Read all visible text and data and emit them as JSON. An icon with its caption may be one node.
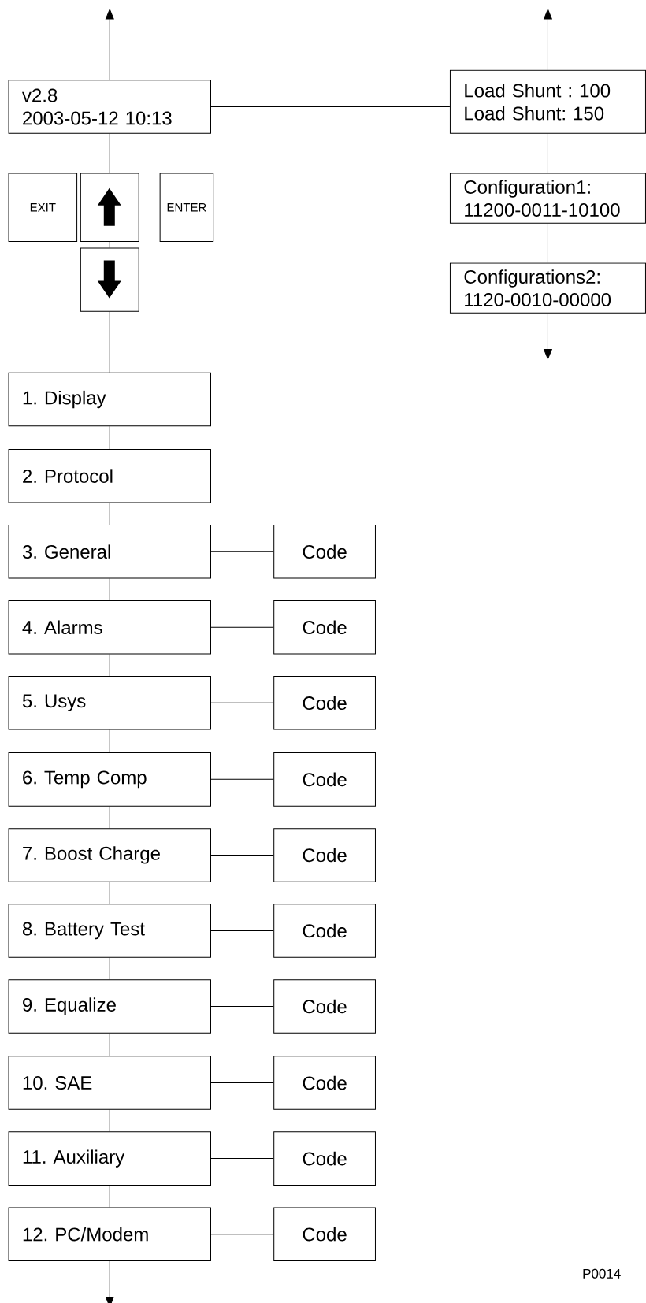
{
  "diagram": {
    "nodes": [
      {
        "text": [
          "v2.8",
          "2003-05-12 10:13"
        ]
      },
      {
        "text": [
          "Load Shunt : 100",
          "Load Shunt: 150"
        ]
      },
      {
        "text": [
          "Configuration1:",
          "11200-0011-10100"
        ]
      },
      {
        "text": [
          "Configurations2:",
          "1120-0010-00000"
        ]
      },
      {
        "text": [
          "EXIT"
        ]
      },
      {
        "text": [],
        "shape": "box"
      },
      {
        "text": [
          "ENTER"
        ]
      },
      {
        "text": [],
        "shape": "box"
      },
      {
        "text": [
          "1. Display"
        ]
      },
      {
        "text": [
          "2. Protocol"
        ]
      },
      {
        "text": [
          "3. General"
        ]
      },
      {
        "text": [
          "4. Alarms"
        ]
      },
      {
        "text": [
          "5. Usys"
        ]
      },
      {
        "text": [
          "6. Temp Comp"
        ]
      },
      {
        "text": [
          "7. Boost Charge"
        ]
      },
      {
        "text": [
          "8. Battery Test"
        ]
      },
      {
        "text": [
          "9. Equalize"
        ]
      },
      {
        "text": [
          "10. SAE"
        ]
      },
      {
        "text": [
          "11. Auxiliary"
        ]
      },
      {
        "text": [
          "12. PC/Modem"
        ]
      },
      {
        "text": [
          "Code"
        ]
      },
      {
        "text": [
          "Code"
        ]
      },
      {
        "text": [
          "Code"
        ]
      },
      {
        "text": [
          "Code"
        ]
      },
      {
        "text": [
          "Code"
        ]
      },
      {
        "text": [
          "Code"
        ]
      },
      {
        "text": [
          "Code"
        ]
      },
      {
        "text": [
          "Code"
        ]
      },
      {
        "text": [
          "Code"
        ]
      },
      {
        "text": [
          "Code"
        ]
      }
    ],
    "edges": [
      {
        "from": 0,
        "to": null,
        "arrow": "to"
      },
      {
        "from": 0,
        "to": 1,
        "arrow": "none"
      },
      {
        "from": 1,
        "to": null,
        "arrow": "to"
      },
      {
        "from": 1,
        "to": 2,
        "arrow": "none"
      },
      {
        "from": 2,
        "to": 3,
        "arrow": "none"
      },
      {
        "from": 3,
        "to": null,
        "arrow": "to"
      },
      {
        "from": 0,
        "to": 5,
        "arrow": "none"
      },
      {
        "from": 5,
        "to": 7,
        "arrow": "none"
      },
      {
        "from": 7,
        "to": 8,
        "arrow": "none"
      },
      {
        "from": 8,
        "to": 9,
        "arrow": "none"
      },
      {
        "from": 9,
        "to": 10,
        "arrow": "none"
      },
      {
        "from": 10,
        "to": 11,
        "arrow": "none"
      },
      {
        "from": 11,
        "to": 12,
        "arrow": "none"
      },
      {
        "from": 12,
        "to": 13,
        "arrow": "none"
      },
      {
        "from": 13,
        "to": 14,
        "arrow": "none"
      },
      {
        "from": 14,
        "to": 15,
        "arrow": "none"
      },
      {
        "from": 15,
        "to": 16,
        "arrow": "none"
      },
      {
        "from": 16,
        "to": 17,
        "arrow": "none"
      },
      {
        "from": 17,
        "to": 18,
        "arrow": "none"
      },
      {
        "from": 18,
        "to": 19,
        "arrow": "none"
      },
      {
        "from": 19,
        "to": null,
        "arrow": "to"
      },
      {
        "from": 10,
        "to": 20,
        "arrow": "none"
      },
      {
        "from": 11,
        "to": 21,
        "arrow": "none"
      },
      {
        "from": 12,
        "to": 22,
        "arrow": "none"
      },
      {
        "from": 13,
        "to": 23,
        "arrow": "none"
      },
      {
        "from": 14,
        "to": 24,
        "arrow": "none"
      },
      {
        "from": 15,
        "to": 25,
        "arrow": "none"
      },
      {
        "from": 16,
        "to": 26,
        "arrow": "none"
      },
      {
        "from": 17,
        "to": 27,
        "arrow": "none"
      },
      {
        "from": 18,
        "to": 28,
        "arrow": "none"
      },
      {
        "from": 19,
        "to": 29,
        "arrow": "none"
      }
    ],
    "labels": [
      "P0014"
    ]
  }
}
